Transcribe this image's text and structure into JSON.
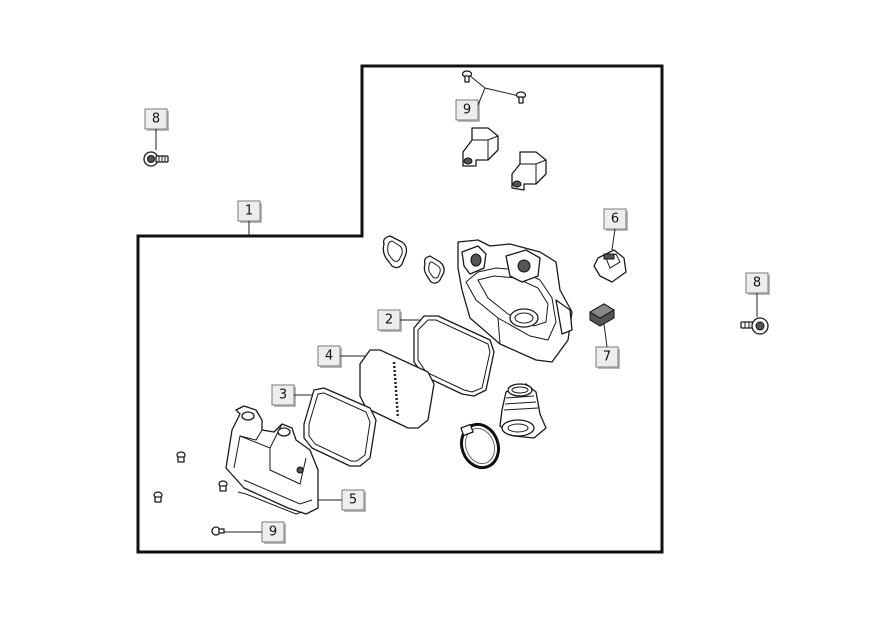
{
  "callouts": {
    "c1": "1",
    "c2": "2",
    "c3": "3",
    "c4": "4",
    "c5": "5",
    "c6": "6",
    "c7": "7",
    "c8a": "8",
    "c8b": "8",
    "c9a": "9",
    "c9b": "9"
  }
}
